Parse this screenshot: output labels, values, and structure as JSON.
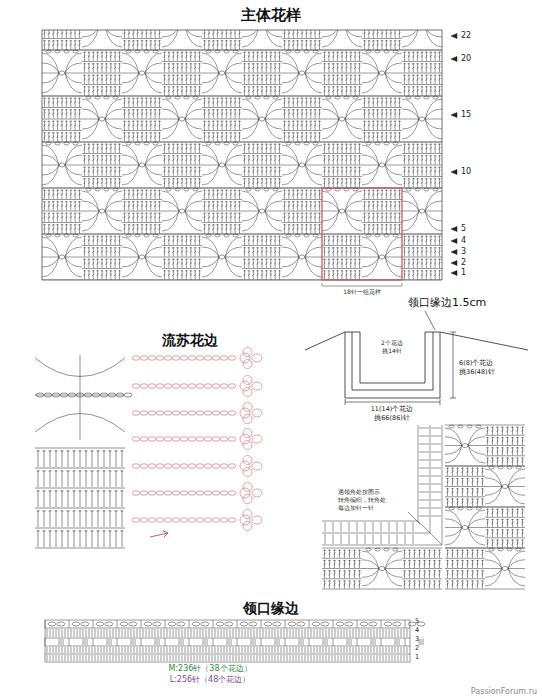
{
  "diagram": {
    "labels": [
      "主体花样",
      "22",
      "20",
      "15",
      "10",
      "5",
      "4",
      "3",
      "2",
      "1",
      "18针一组花样",
      "流苏花边",
      "领口缘边1.5cm",
      "2个花边",
      "挑14针",
      "6(8)个花边",
      "挑36(48)针",
      "11(14)个花边",
      "挑66(86)针",
      "遇领角处按图示",
      "转角编织，转角处",
      "每边加针一针",
      "领口缘边",
      "5",
      "4",
      "3",
      "2",
      "1",
      "M:236针（38个花边）",
      "L:256针（48个花边）",
      "PassionForum.ru"
    ]
  }
}
